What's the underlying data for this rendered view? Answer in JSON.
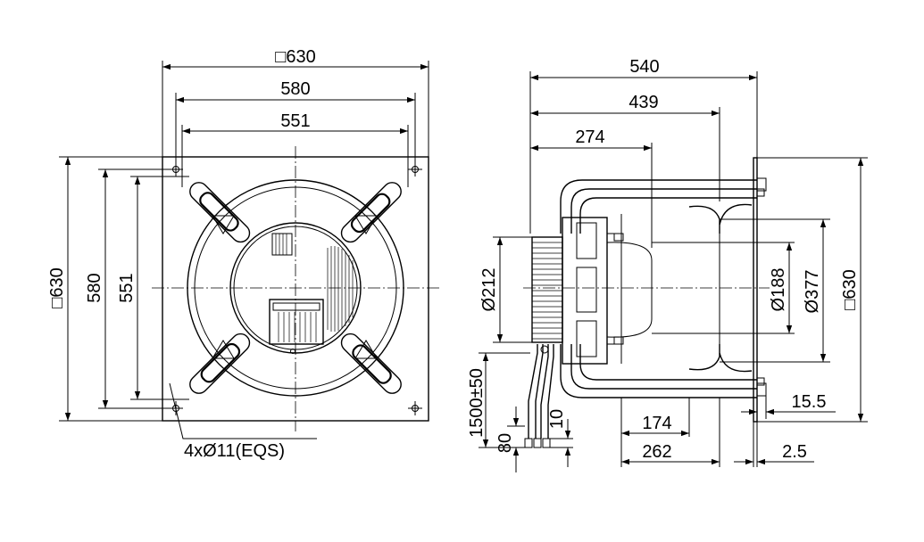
{
  "front_view": {
    "dim_overall_width": "□630",
    "dim_hole_spacing_width": "580",
    "dim_inner_width": "551",
    "dim_overall_height": "□630",
    "dim_hole_spacing_height": "580",
    "dim_inner_height": "551",
    "dim_mounting_holes": "4xØ11(EQS)"
  },
  "side_view": {
    "dim_total_depth": "540",
    "dim_depth_2": "439",
    "dim_depth_3": "274",
    "dim_motor_diameter": "Ø212",
    "dim_inner_diameter": "Ø188",
    "dim_outer_diameter": "Ø377",
    "dim_plate_height": "□630",
    "dim_cable_length": "1500±50",
    "dim_cable_80": "80",
    "dim_cable_10": "10",
    "dim_174": "174",
    "dim_262": "262",
    "dim_15_5": "15.5",
    "dim_2_5": "2.5"
  }
}
